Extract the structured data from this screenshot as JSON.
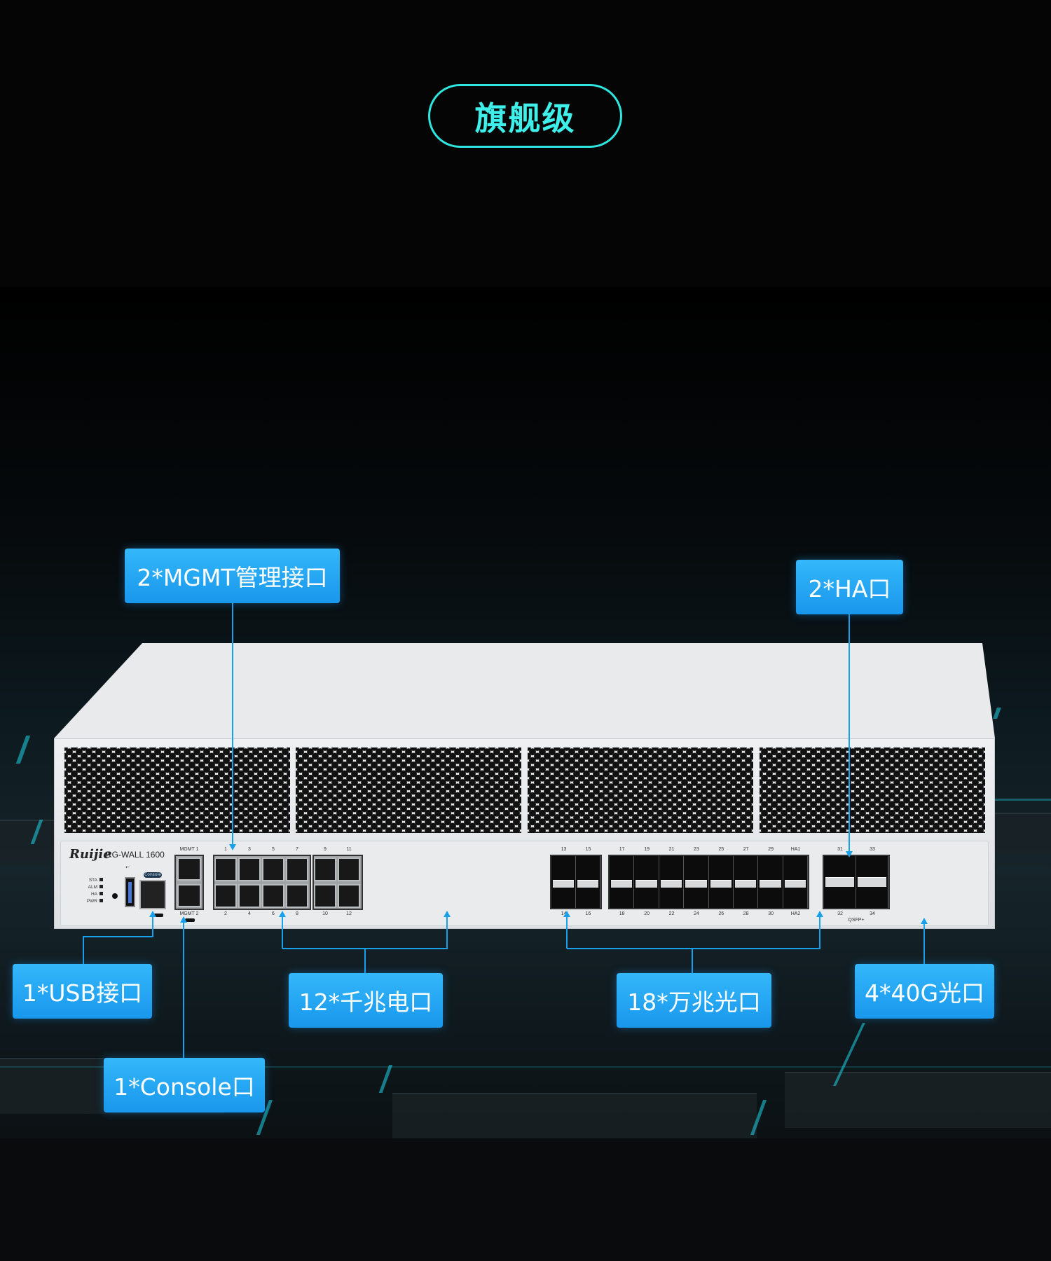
{
  "tier_badge": "旗舰级",
  "device": {
    "brand": "Ruijie",
    "model": "RG-WALL 1600",
    "leds": [
      "STA",
      "ALM",
      "HA",
      "PWR"
    ],
    "console_label": "Console",
    "mgmt_labels": [
      "MGMT 1",
      "MGMT 2"
    ],
    "rj45_top": [
      "1",
      "3",
      "5",
      "7",
      "9",
      "11"
    ],
    "rj45_bottom": [
      "2",
      "4",
      "6",
      "8",
      "10",
      "12"
    ],
    "sfp_top": [
      "13",
      "15",
      "17",
      "19",
      "21",
      "23",
      "25",
      "27",
      "29",
      "HA1"
    ],
    "sfp_bottom": [
      "14",
      "16",
      "18",
      "20",
      "22",
      "24",
      "26",
      "28",
      "30",
      "HA2"
    ],
    "qsfp_top": [
      "31",
      "33"
    ],
    "qsfp_bottom": [
      "32",
      "34"
    ],
    "qsfp_label": "QSFP+"
  },
  "callouts": {
    "mgmt": "2*MGMT管理接口",
    "ha": "2*HA口",
    "usb": "1*USB接口",
    "console": "1*Console口",
    "gbe": "12*千兆电口",
    "tengbe": "18*万兆光口",
    "fortyg": "4*40G光口"
  },
  "colors": {
    "accent": "#2ee6e0",
    "callout": "#1a9cf0"
  }
}
